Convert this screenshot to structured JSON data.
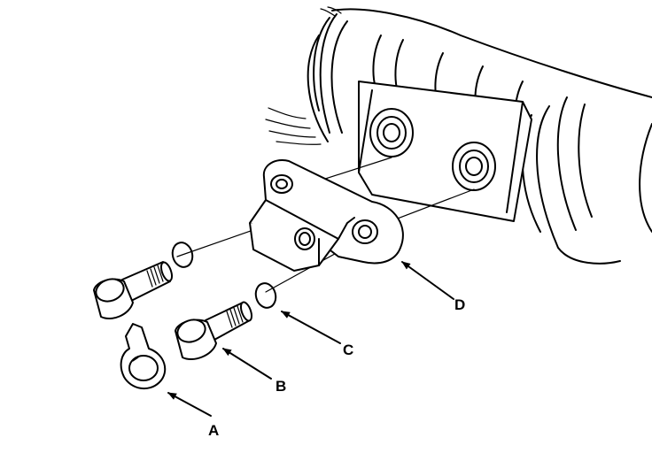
{
  "callouts": [
    {
      "id": "A",
      "label": "A",
      "part": "lock-tab-washer"
    },
    {
      "id": "B",
      "label": "B",
      "part": "flange-bolt"
    },
    {
      "id": "C",
      "label": "C",
      "part": "o-ring"
    },
    {
      "id": "D",
      "label": "D",
      "part": "port-bracket"
    }
  ]
}
